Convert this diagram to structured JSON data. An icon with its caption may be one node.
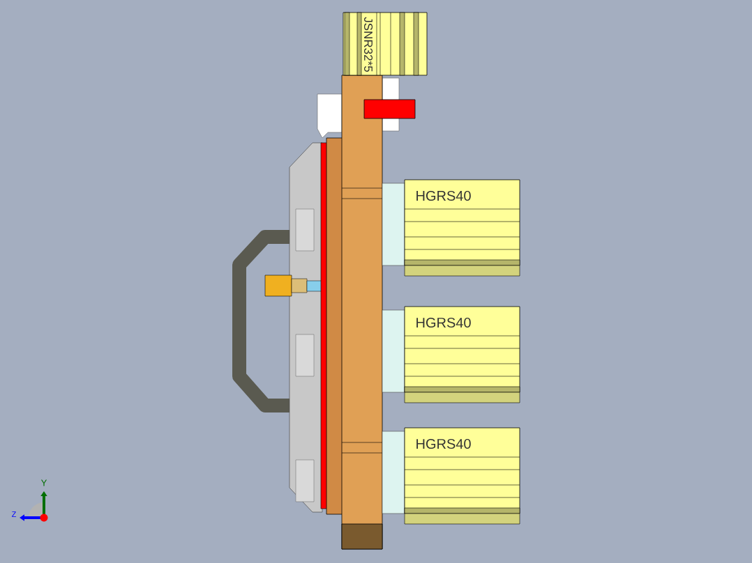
{
  "diagram": {
    "labels": [
      "JSNR32*5",
      "HGRS40",
      "HGRS40",
      "HGRS40",
      "Y",
      "Z"
    ]
  }
}
